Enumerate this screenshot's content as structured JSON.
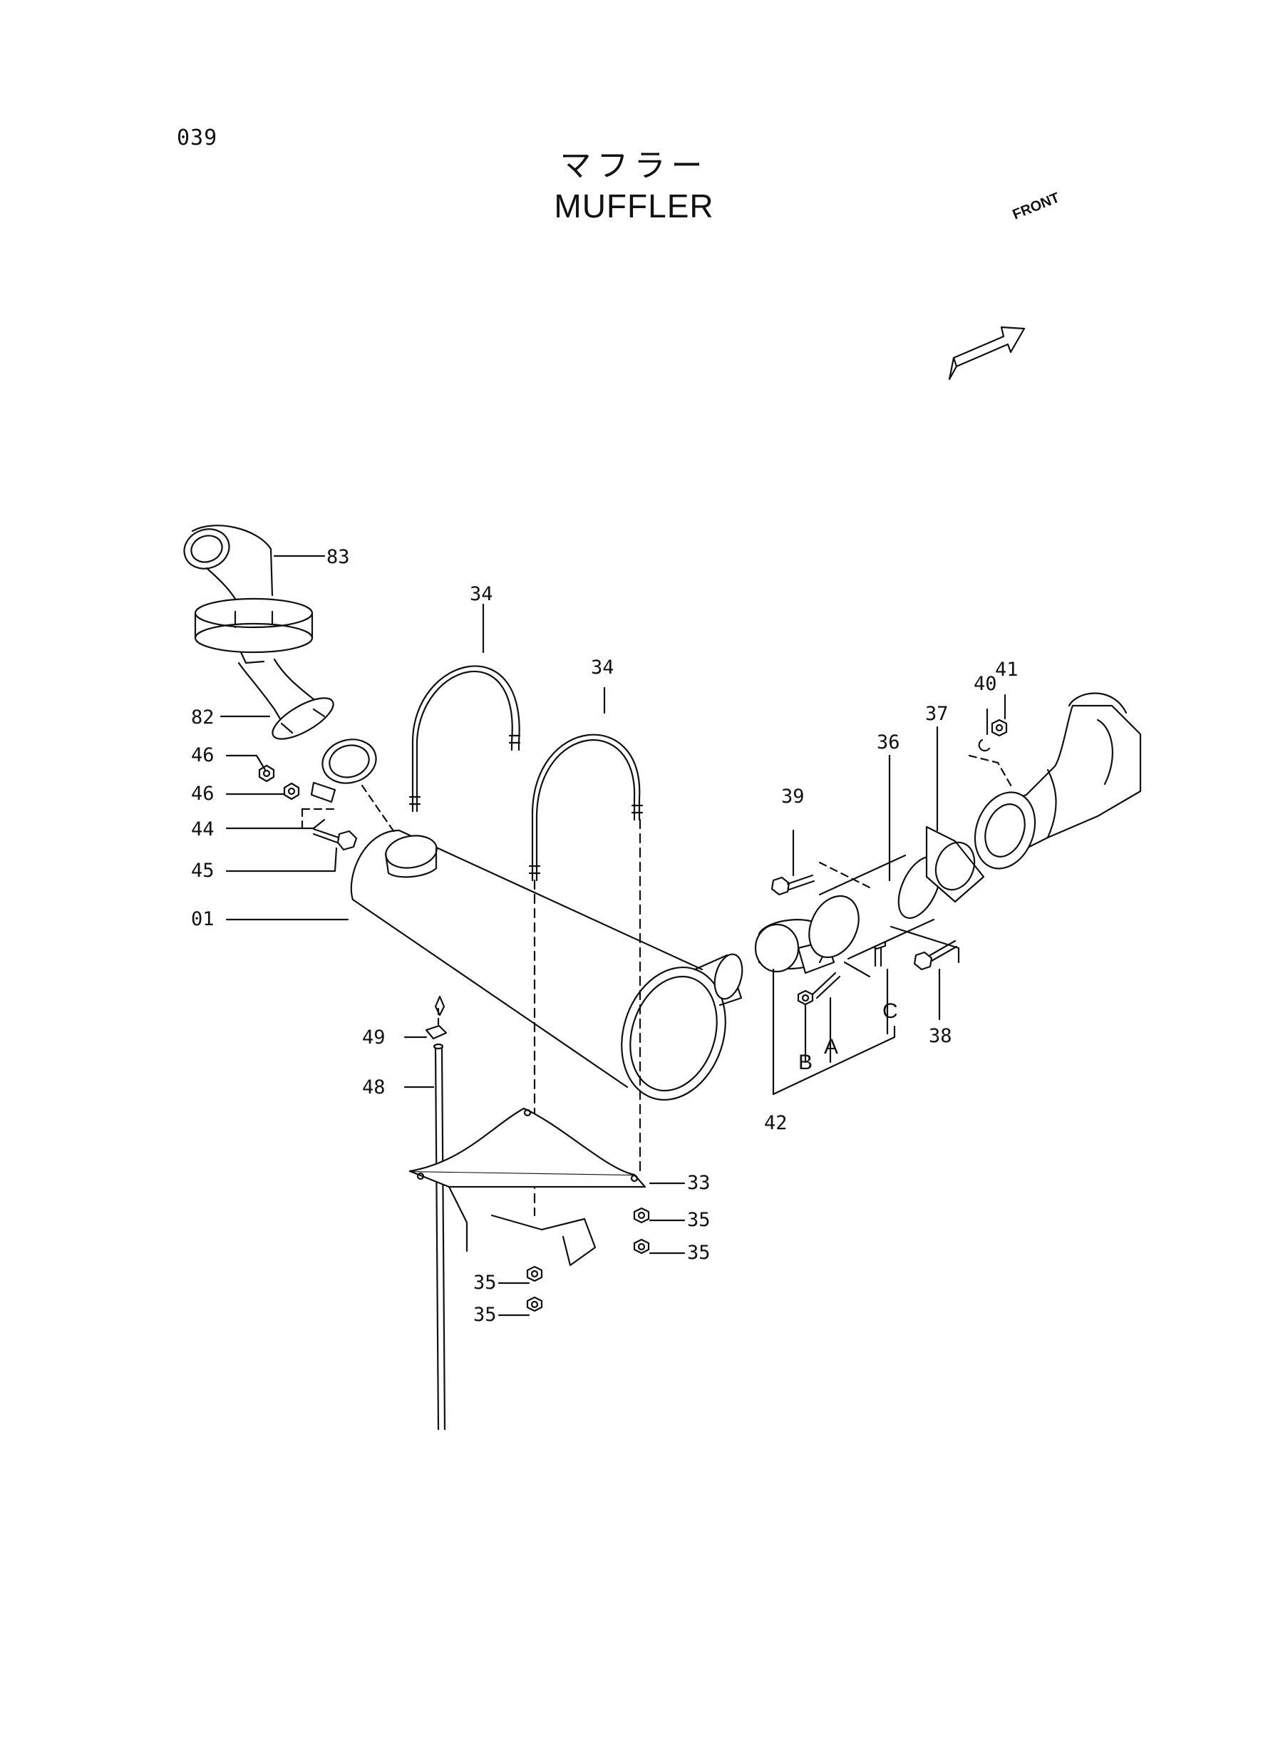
{
  "page_number": "039",
  "title_jp": "マフラー",
  "title_en": "MUFFLER",
  "front_indicator": "FRONT",
  "part_labels": {
    "p83": "83",
    "p82": "82",
    "p46a": "46",
    "p46b": "46",
    "p44": "44",
    "p45": "45",
    "p01": "01",
    "p34a": "34",
    "p34b": "34",
    "p49": "49",
    "p48": "48",
    "p33": "33",
    "p35a": "35",
    "p35b": "35",
    "p35c": "35",
    "p35d": "35",
    "p39": "39",
    "p36": "36",
    "p37": "37",
    "p40": "40",
    "p41": "41",
    "p38": "38",
    "p42": "42",
    "letter_a": "A",
    "letter_b": "B",
    "letter_c": "C"
  }
}
